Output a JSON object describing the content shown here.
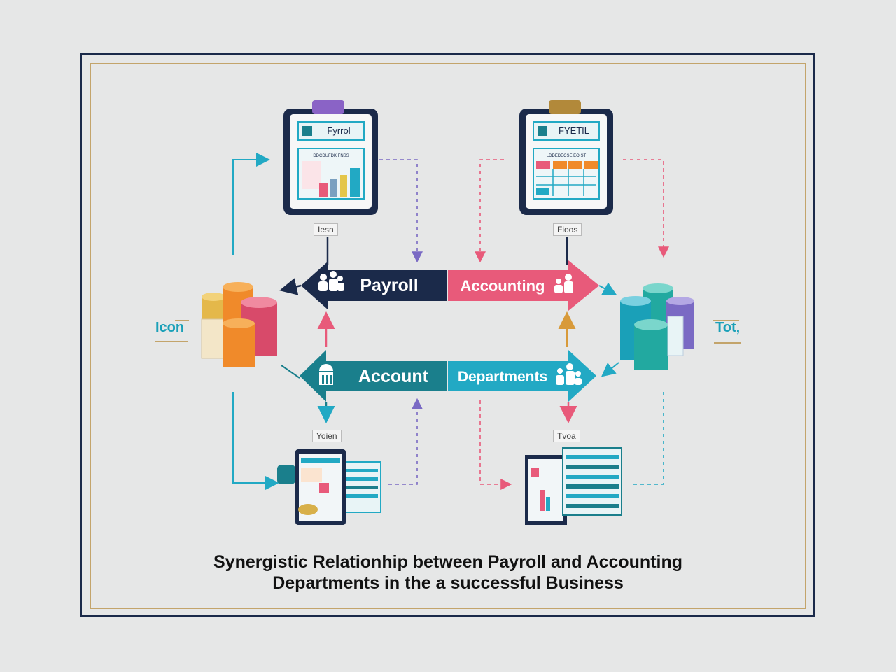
{
  "diagram": {
    "nodes": {
      "payroll": "Payroll",
      "accounting": "Accounting",
      "account": "Account",
      "departments": "Departments"
    },
    "labels": {
      "top_left": "Iesn",
      "top_right": "Fioos",
      "bottom_left": "Yoien",
      "bottom_right": "Tvoa",
      "side_left": "Icon",
      "side_right": "Tot,"
    },
    "cards": {
      "payroll_card_title": "Fyrrol",
      "payroll_card_subtitle": "DDCDUFDK FNSS",
      "accounting_card_title": "FYETIL",
      "accounting_card_subtitle": "LDDEDECSE EOIST"
    },
    "title_line1": "Synergistic Relationhip between Payroll and Accounting",
    "title_line2": "Departments in the a successful Business"
  },
  "colors": {
    "navy": "#1b2a4a",
    "pink": "#e85a7a",
    "teal": "#1a7f8c",
    "cyan": "#22a9c4",
    "gold": "#c3a46b",
    "orange": "#f08a2a"
  }
}
